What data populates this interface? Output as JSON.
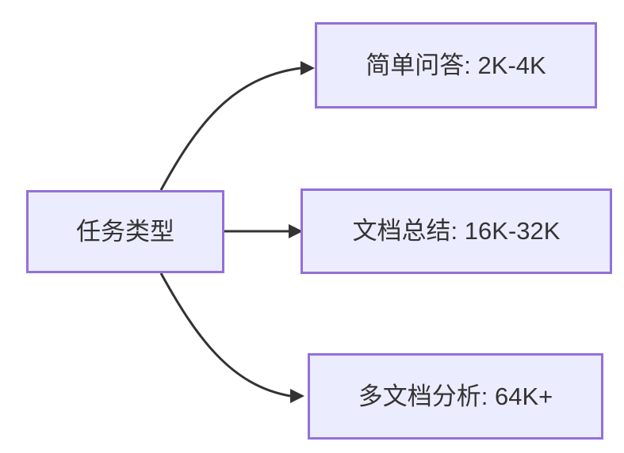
{
  "diagram": {
    "type": "flowchart",
    "direction": "left-to-right",
    "colors": {
      "background": "#ffffff",
      "node_fill": "#ECECFF",
      "node_border": "#9370DB",
      "edge_color": "#333333",
      "text_color": "#333333"
    },
    "root": {
      "id": "task-type",
      "label": "任务类型"
    },
    "branches": [
      {
        "id": "simple-qa",
        "label": "简单问答: 2K-4K"
      },
      {
        "id": "doc-summary",
        "label": "文档总结: 16K-32K"
      },
      {
        "id": "multi-doc",
        "label": "多文档分析: 64K+"
      }
    ],
    "edges": [
      {
        "from": "task-type",
        "to": "simple-qa",
        "style": "curved-up-right",
        "arrowhead": "filled-triangle"
      },
      {
        "from": "task-type",
        "to": "doc-summary",
        "style": "straight-right",
        "arrowhead": "filled-triangle"
      },
      {
        "from": "task-type",
        "to": "multi-doc",
        "style": "curved-down-right",
        "arrowhead": "filled-triangle"
      }
    ]
  }
}
